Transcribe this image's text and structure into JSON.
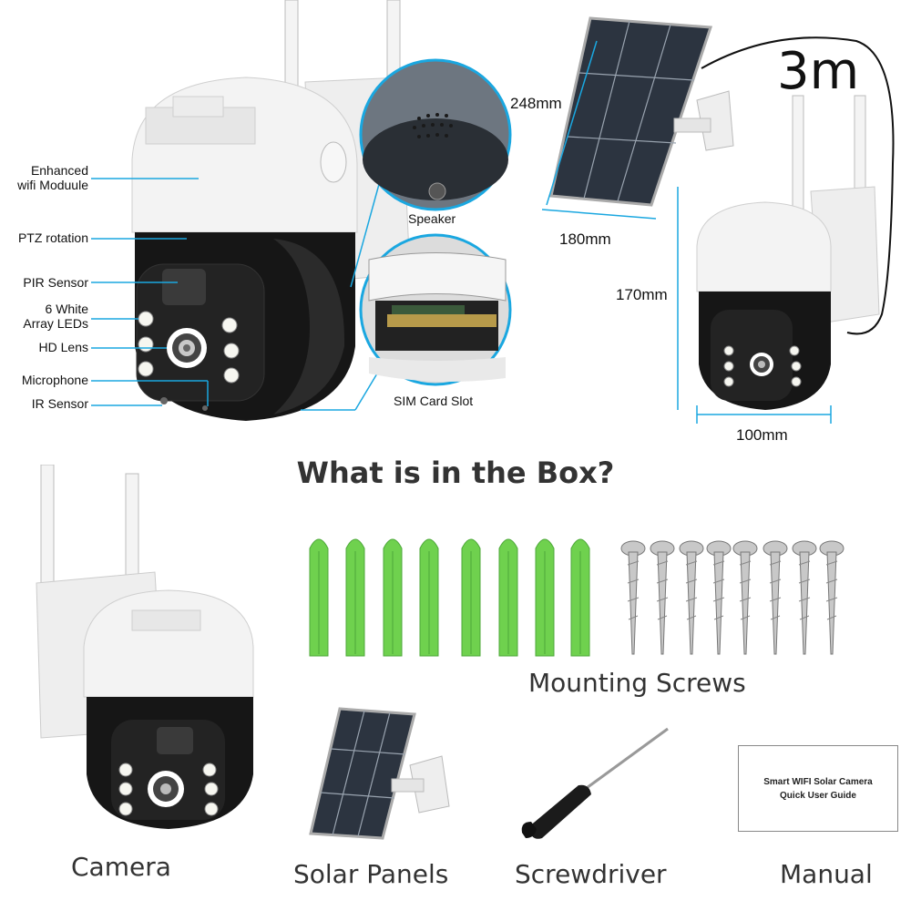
{
  "features": {
    "wifi": "Enhanced\nwifi Moduule",
    "ptz": "PTZ rotation",
    "pir": "PIR Sensor",
    "leds": "6 White\nArray LEDs",
    "lens": "HD Lens",
    "mic": "Microphone",
    "ir": "IR Sensor",
    "speaker": "Speaker",
    "sim": "SIM Card Slot"
  },
  "dimensions": {
    "panel_height": "248mm",
    "panel_width": "180mm",
    "camera_height": "170mm",
    "camera_width": "100mm",
    "cable_length": "3m"
  },
  "box": {
    "title": "What is in the Box?",
    "items": {
      "screws": "Mounting Screws",
      "camera": "Camera",
      "solar": "Solar Panels",
      "screwdriver": "Screwdriver",
      "manual": "Manual"
    },
    "manual_title_line1": "Smart WIFI Solar Camera",
    "manual_title_line2": "Quick User Guide"
  },
  "colors": {
    "accent_line": "#1aa7e0",
    "anchor_green": "#6fd14e",
    "camera_black": "#161616",
    "camera_white": "#f2f2f2"
  }
}
